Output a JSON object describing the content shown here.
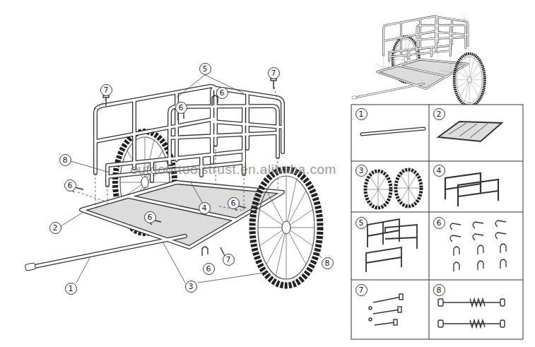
{
  "diagram": {
    "labels": [
      "5",
      "7",
      "7",
      "6",
      "6",
      "8",
      "6",
      "2",
      "6",
      "4",
      "6",
      "6",
      "7",
      "1",
      "3",
      "8",
      "1",
      "2",
      "3",
      "4",
      "5",
      "6",
      "7",
      "8",
      "outdoortoolstrust.en.alibaba.com"
    ]
  }
}
